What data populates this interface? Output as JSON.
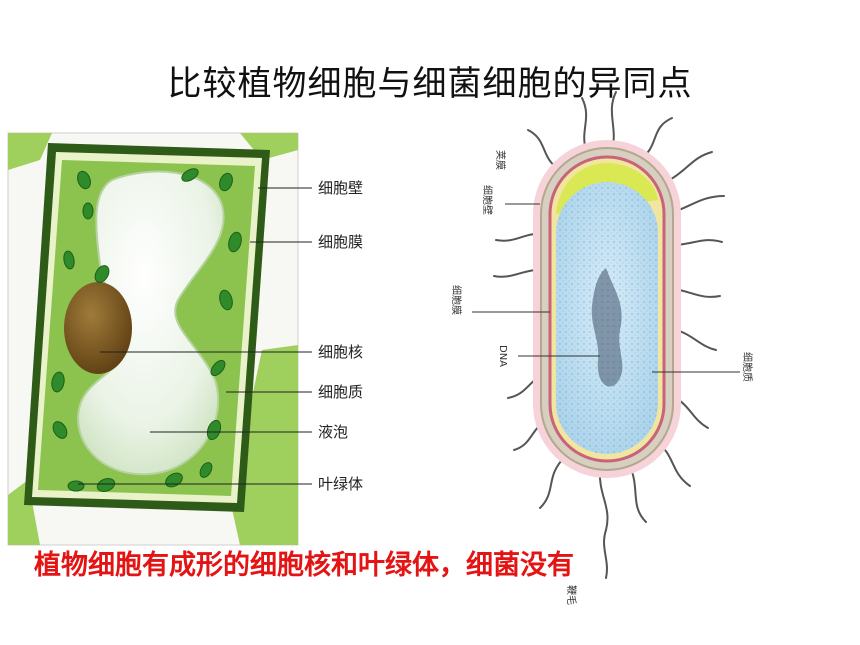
{
  "title": "比较植物细胞与细菌细胞的异同点",
  "plant_cell": {
    "labels": [
      "细胞壁",
      "细胞膜",
      "细胞核",
      "细胞质",
      "液泡",
      "叶绿体"
    ]
  },
  "bacteria_cell": {
    "labels": {
      "capsule": "荚膜",
      "wall": "细胞壁",
      "membrane": "细胞膜",
      "dna": "DNA",
      "cytoplasm": "细胞质",
      "flagellum": "鞭毛"
    }
  },
  "conclusion": "植物细胞有成形的细胞核和叶绿体，细菌没有",
  "colors": {
    "wall_dark": "#2f5b18",
    "wall_light": "#e9f2c9",
    "cytoplasm": "#8cc34f",
    "vacuole": "#eef5ea",
    "nucleus": "#7a5620",
    "chloroplast": "#2f8a2a",
    "bacteria_inner": "#b9dcef",
    "bacteria_halo": "#f6d3d9",
    "conclusion_red": "#e41414"
  }
}
